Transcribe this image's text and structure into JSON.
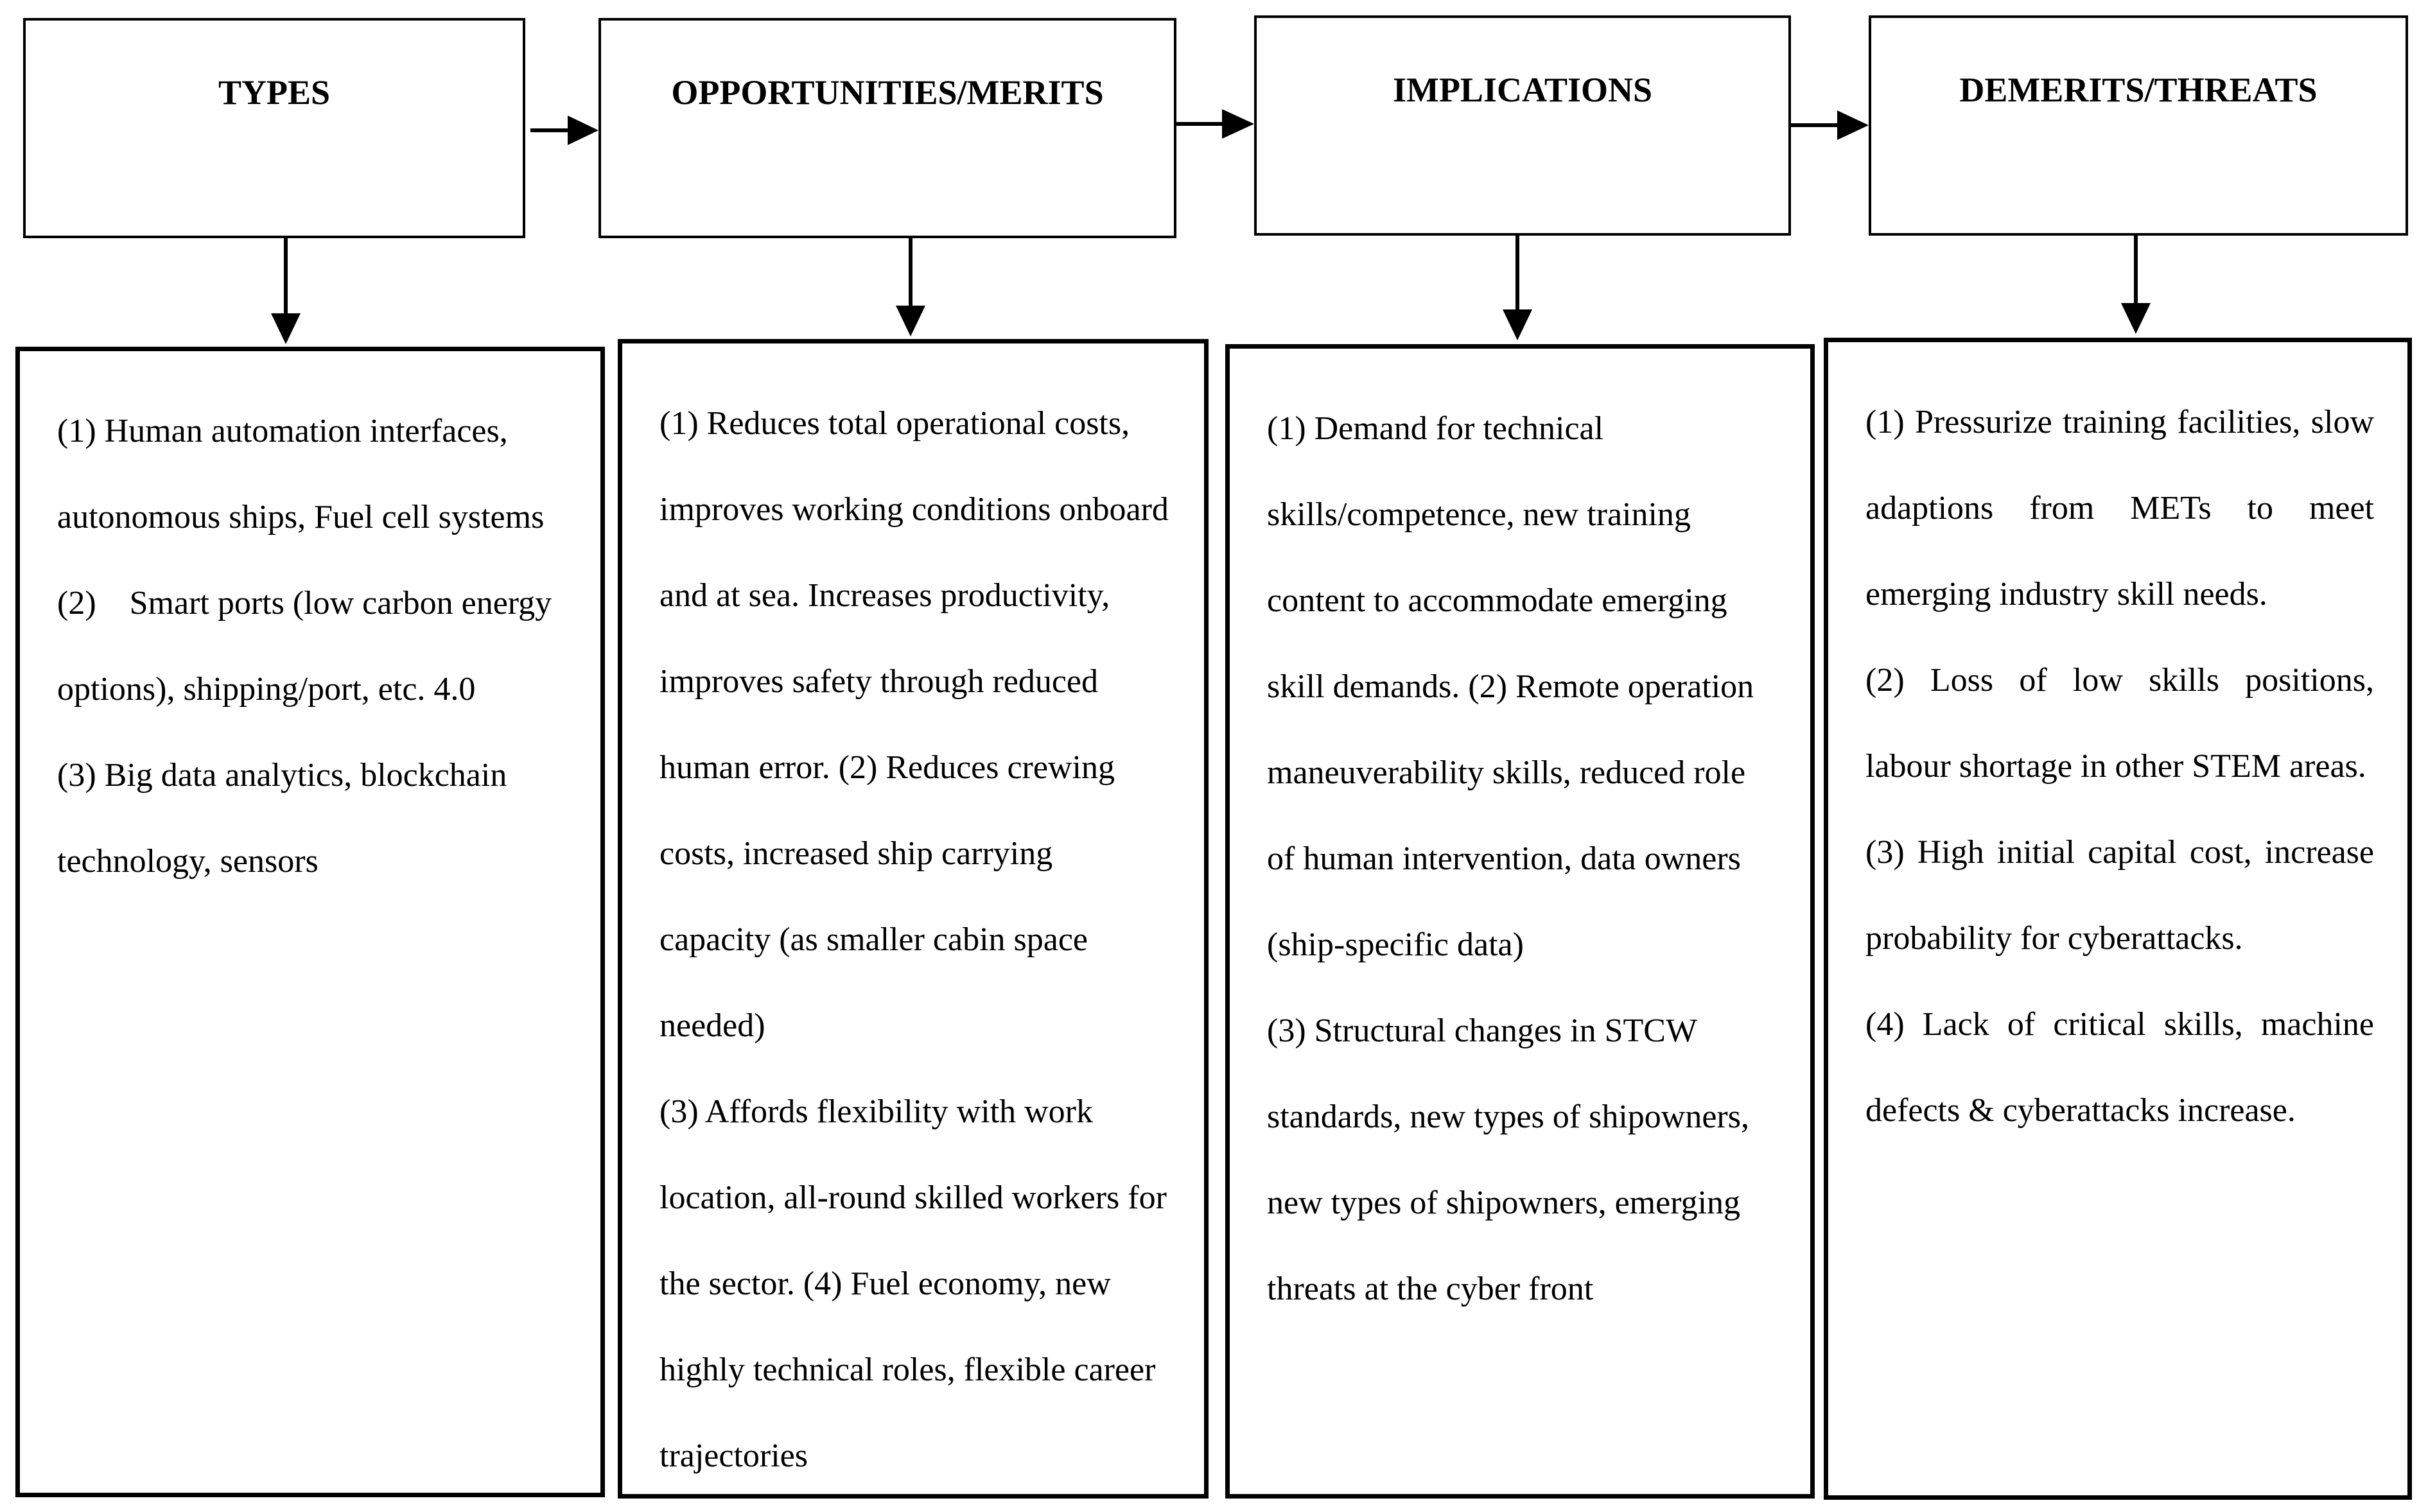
{
  "columns": [
    {
      "title": "TYPES",
      "items": [
        "(1) Human automation interfaces, autonomous ships, Fuel cell systems",
        "(2)    Smart ports (low carbon energy options), shipping/port, etc. 4.0",
        "(3) Big data analytics, blockchain technology, sensors"
      ]
    },
    {
      "title": "OPPORTUNITIES/MERITS",
      "items": [
        "(1) Reduces total operational costs, improves working conditions onboard and at sea. Increases productivity, improves safety through reduced human error. (2) Reduces crewing costs, increased ship carrying capacity (as smaller cabin space needed)",
        "(3) Affords flexibility with work location, all-round skilled workers for the sector. (4) Fuel economy, new highly technical roles, flexible career trajectories"
      ]
    },
    {
      "title": "IMPLICATIONS",
      "items": [
        "(1) Demand for technical skills/competence, new training content to accommodate emerging skill demands. (2) Remote operation maneuverability skills, reduced role of human intervention, data owners (ship-specific data)",
        "(3) Structural changes in STCW standards, new types of shipowners, new types of shipowners, emerging threats at the cyber front"
      ]
    },
    {
      "title": "DEMERITS/THREATS",
      "items": [
        "(1) Pressurize training facilities, slow adaptions from METs to meet emerging industry skill needs.",
        "(2) Loss of low skills positions, labour shortage in other STEM areas.",
        "(3) High initial capital cost, increase probability for cyberattacks.",
        "(4) Lack of critical skills, machine defects & cyberattacks increase."
      ]
    }
  ]
}
